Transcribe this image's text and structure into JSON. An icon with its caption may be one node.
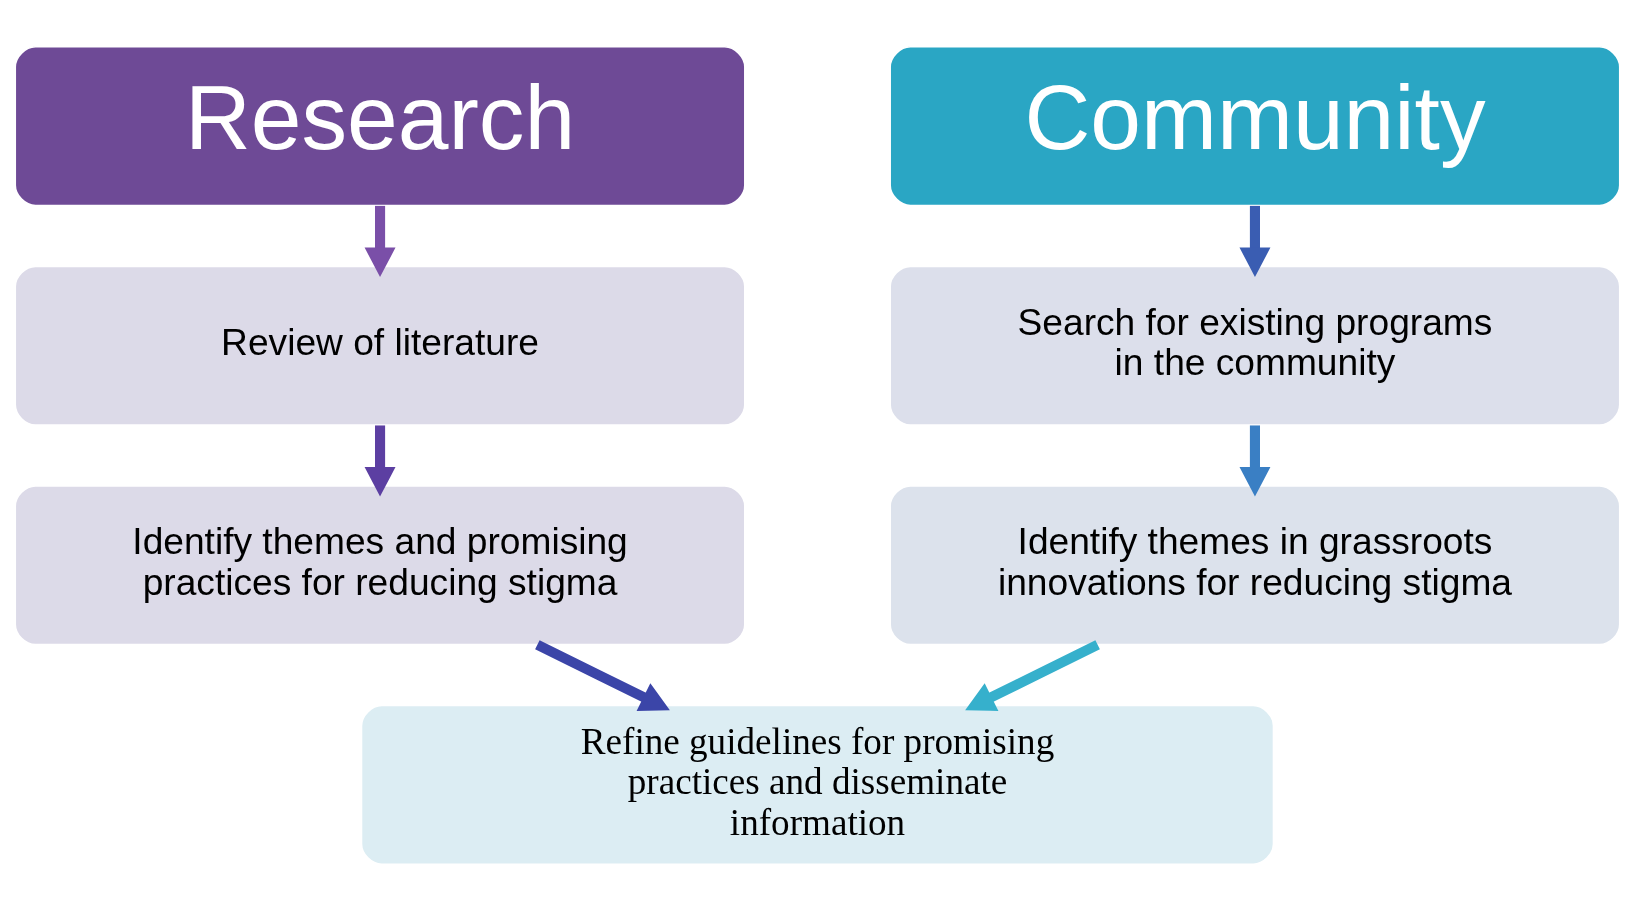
{
  "diagram": {
    "nodes": [
      {
        "text": [
          "Research"
        ]
      },
      {
        "text": [
          "Community"
        ]
      },
      {
        "text": [
          "Review of literature"
        ]
      },
      {
        "text": [
          "Search for existing programs in the community"
        ]
      },
      {
        "text": [
          "Identify themes and promising practices for reducing stigma"
        ]
      },
      {
        "text": [
          "Identify themes in grassroots innovations for reducing stigma"
        ]
      },
      {
        "text": [
          "Refine guidelines for promising practices and disseminate information"
        ]
      }
    ],
    "edges": [
      {
        "from": 0,
        "to": 2,
        "arrow": "to",
        "color": "#7a4fa8"
      },
      {
        "from": 2,
        "to": 4,
        "arrow": "to",
        "color": "#5c3fa2"
      },
      {
        "from": 1,
        "to": 3,
        "arrow": "to",
        "color": "#3a5db2"
      },
      {
        "from": 3,
        "to": 5,
        "arrow": "to",
        "color": "#3a7fc4"
      },
      {
        "from": 4,
        "to": 6,
        "arrow": "to",
        "color": "#3b45a8"
      },
      {
        "from": 5,
        "to": 6,
        "arrow": "to",
        "color": "#36b0cc"
      }
    ]
  }
}
